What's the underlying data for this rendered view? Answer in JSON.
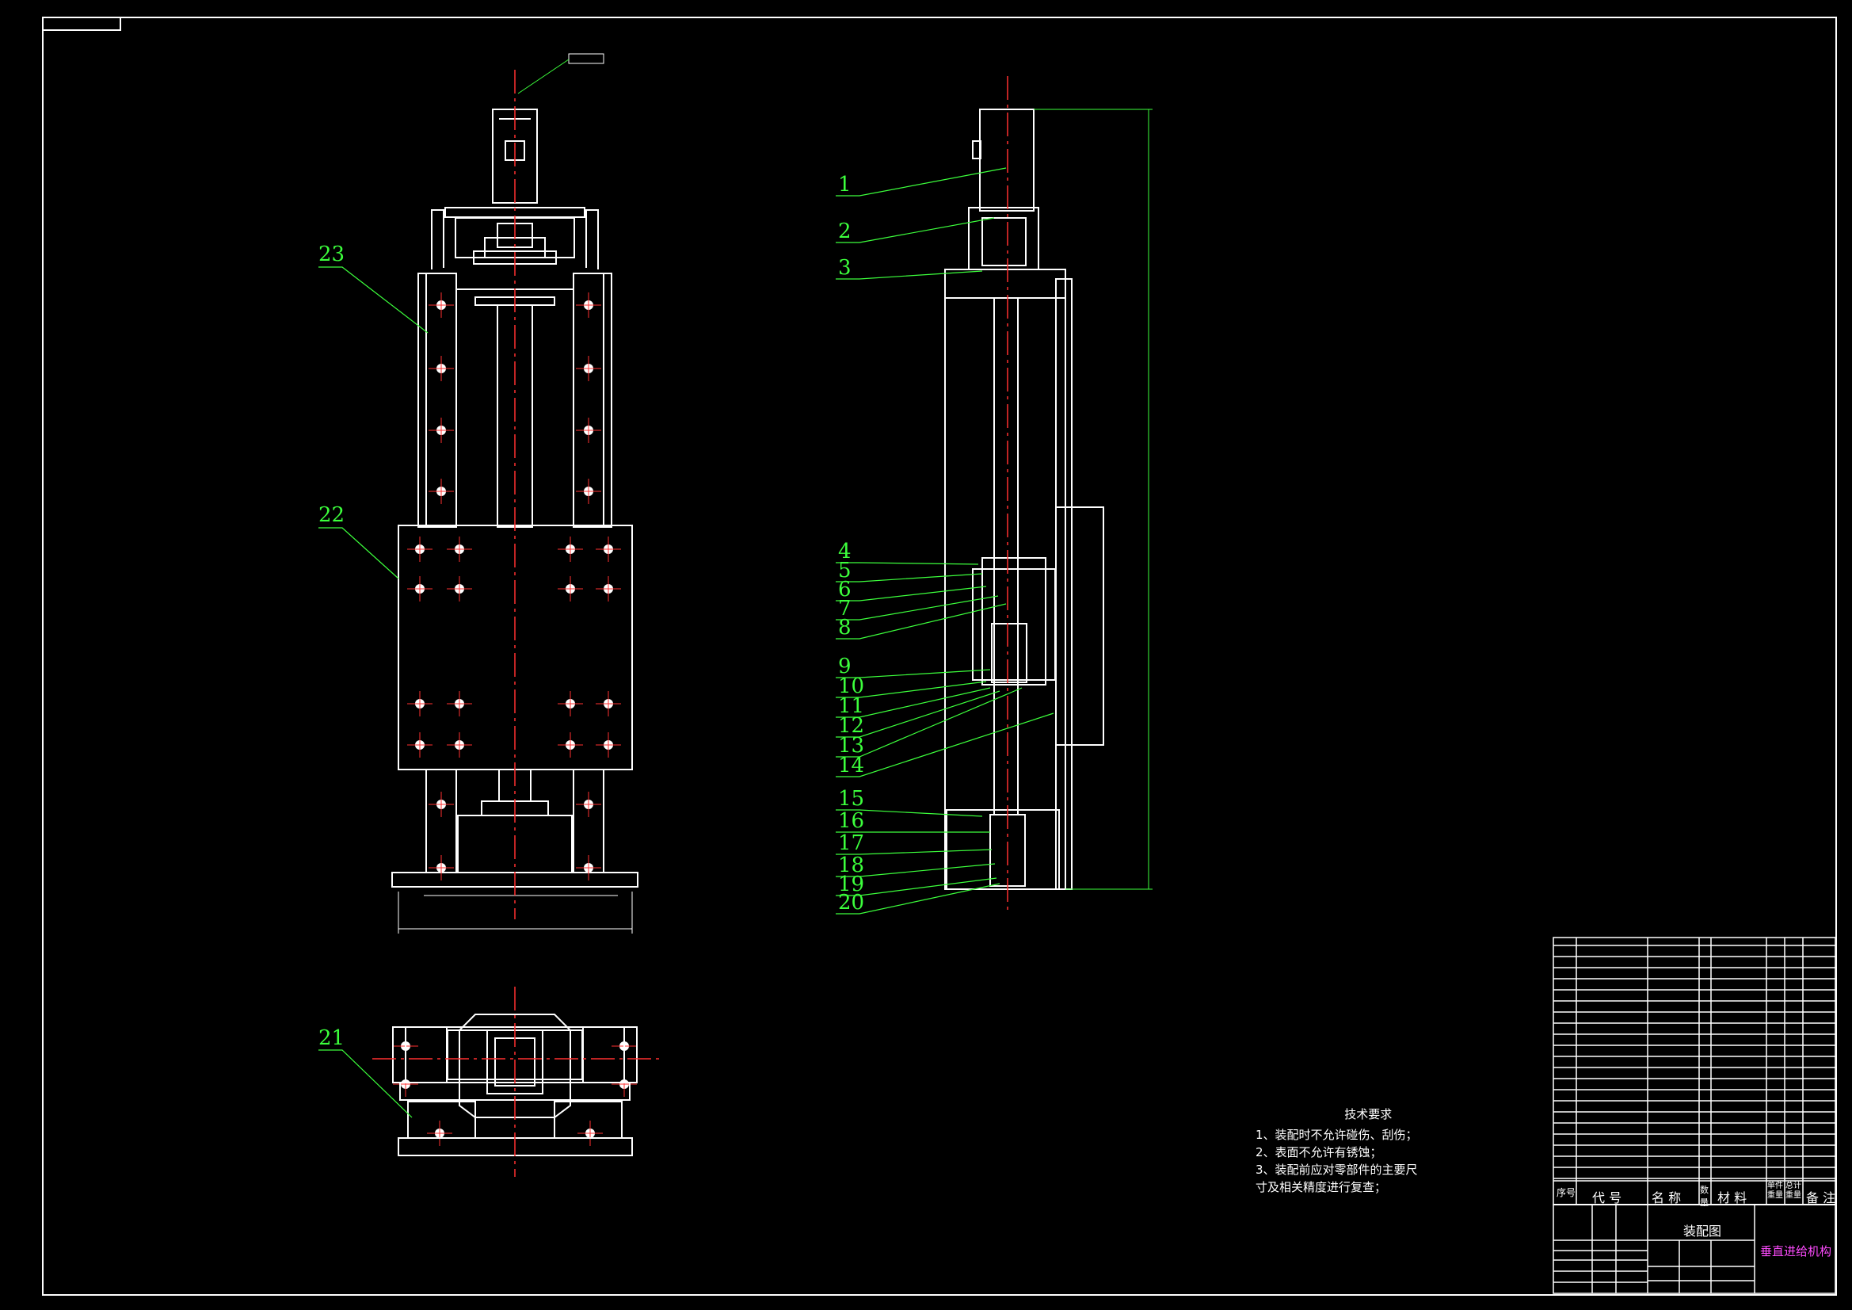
{
  "drawing_title": "装配图",
  "mechanism_name": "垂直进给机构",
  "tech_requirements": {
    "heading": "技术要求",
    "lines": [
      "1、装配时不允许碰伤、刮伤；",
      "2、表面不允许有锈蚀；",
      "3、装配前应对零部件的主要尺",
      "寸及相关精度进行复查；"
    ]
  },
  "bom_header": {
    "seq": "序号",
    "code": "代 号",
    "name": "名 称",
    "qty": "数量",
    "material": "材 料",
    "unit_weight": "单件 重量",
    "total_weight": "总计 重量",
    "remark": "备 注"
  },
  "callouts_side": [
    "1",
    "2",
    "3",
    "4",
    "5",
    "6",
    "7",
    "8",
    "9",
    "10",
    "11",
    "12",
    "13",
    "14",
    "15",
    "16",
    "17",
    "18",
    "19",
    "20"
  ],
  "callouts_front": [
    "23",
    "22",
    "21"
  ],
  "colors": {
    "outline": "#ffffff",
    "leader": "#3cff3c",
    "centerline": "#ff3030",
    "border": "#ffffff",
    "background": "#000000"
  }
}
